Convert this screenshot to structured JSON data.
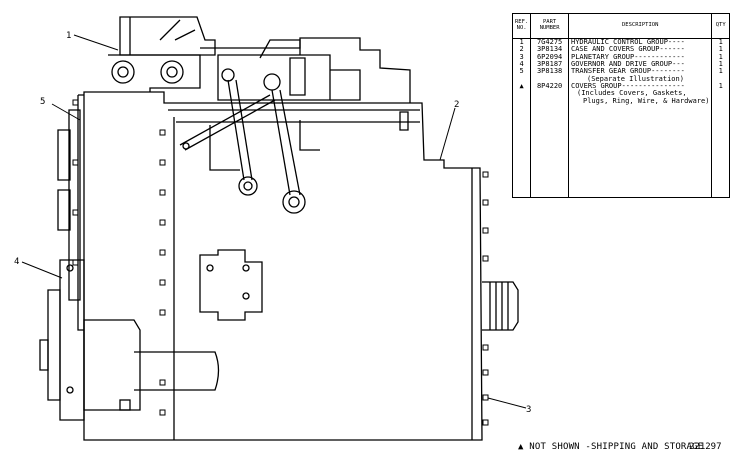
{
  "callouts": [
    "1",
    "2",
    "3",
    "4",
    "5"
  ],
  "table": {
    "headers": {
      "ref": "REF. NO.",
      "part": "PART NUMBER",
      "desc": "DESCRIPTION",
      "qty": "QTY"
    },
    "rows": [
      {
        "ref": "1",
        "part": "7G4275",
        "desc": "HYDRAULIC CONTROL GROUP----",
        "note": [],
        "qty": "1"
      },
      {
        "ref": "2",
        "part": "3P8134",
        "desc": "CASE AND COVERS GROUP------",
        "note": [],
        "qty": "1"
      },
      {
        "ref": "3",
        "part": "6P2094",
        "desc": "PLANETARY GROUP------------",
        "note": [],
        "qty": "1"
      },
      {
        "ref": "4",
        "part": "3P8187",
        "desc": "GOVERNOR AND DRIVE GROUP---",
        "note": [],
        "qty": "1"
      },
      {
        "ref": "5",
        "part": "3P8138",
        "desc": "TRANSFER GEAR GROUP--------",
        "note": [
          "(Separate Illustration)"
        ],
        "qty": "1"
      },
      {
        "ref": "▲",
        "part": "8P4220",
        "desc": "COVERS GROUP---------------",
        "note": [
          "(Includes Covers, Gaskets,",
          "Plugs, Ring, Wire, & Hardware)"
        ],
        "qty": "1"
      }
    ]
  },
  "footer": {
    "note": "▲ NOT SHOWN -SHIPPING AND STORAGE",
    "figure_number": "221297"
  }
}
